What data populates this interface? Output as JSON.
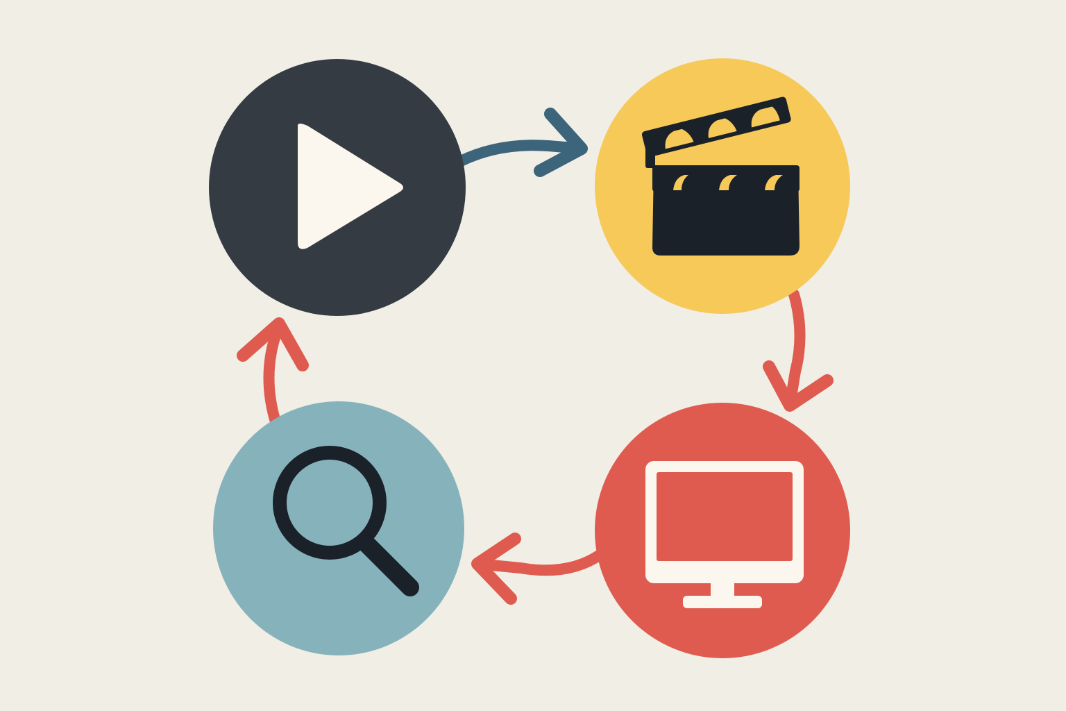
{
  "colors": {
    "background": "#f1eee6",
    "dark": "#343b42",
    "yellow": "#f6c959",
    "red": "#e05b4f",
    "teal": "#86b3bb",
    "icon_dark": "#1b2129",
    "arrow_blue": "#3c647a",
    "arrow_red": "#e05b4f",
    "white": "#fbf6ee"
  },
  "nodes": [
    {
      "id": "play",
      "icon": "play-icon"
    },
    {
      "id": "clap",
      "icon": "clapperboard-icon"
    },
    {
      "id": "tv",
      "icon": "monitor-icon"
    },
    {
      "id": "search",
      "icon": "magnifier-icon"
    }
  ],
  "edges": [
    {
      "from": "play",
      "to": "clap",
      "color": "arrow_blue"
    },
    {
      "from": "clap",
      "to": "tv",
      "color": "arrow_red"
    },
    {
      "from": "tv",
      "to": "search",
      "color": "arrow_red"
    },
    {
      "from": "search",
      "to": "play",
      "color": "arrow_red"
    }
  ]
}
